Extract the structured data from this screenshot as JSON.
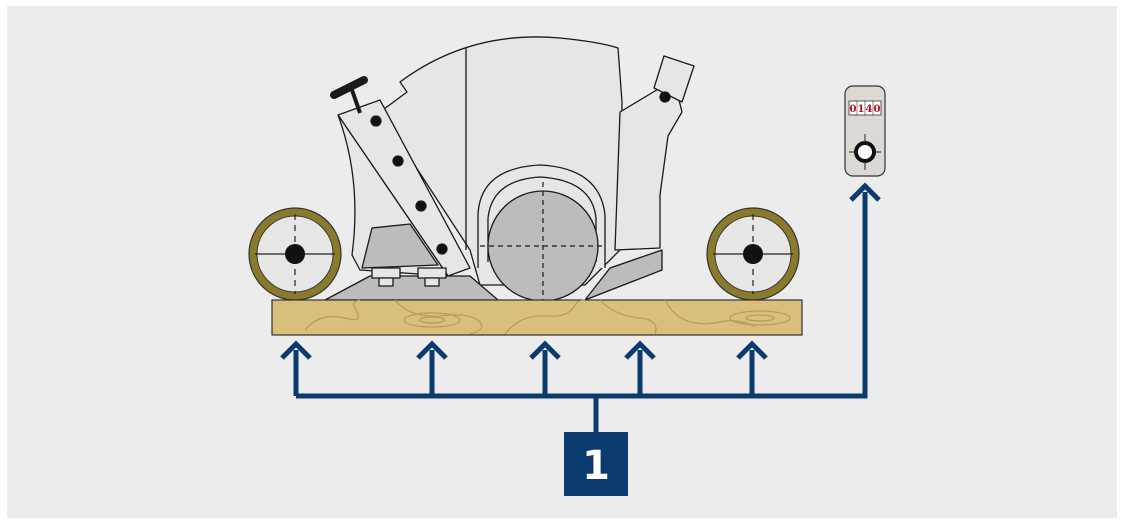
{
  "diagram": {
    "callout_label": "1",
    "counter_digits": [
      "0",
      "1",
      "4",
      "0"
    ]
  },
  "colors": {
    "background": "#ececec",
    "navy": "#0b3a6e",
    "wood": "#d8bf7c",
    "wood_grain": "#b99a55",
    "roller_rim": "#8a7a2c",
    "machine_fill": "#e6e6e6",
    "machine_dark": "#bdbbbb",
    "counter_fill": "#dcd9d5",
    "counter_digit": "#b3121a"
  }
}
